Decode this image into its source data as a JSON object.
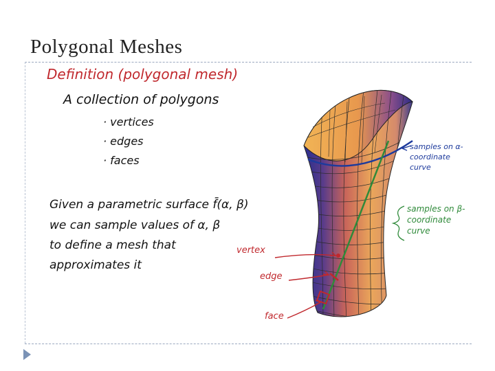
{
  "slide": {
    "title": "Polygonal Meshes"
  },
  "notes": {
    "definition_title": "Definition (polygonal mesh)",
    "definition_text": "A collection of polygons",
    "items": [
      "· vertices",
      "· edges",
      "· faces"
    ],
    "given_lines": [
      "Given a parametric surface f̄(α, β)",
      "we can sample values of α, β",
      "to define a mesh that",
      "approximates it"
    ]
  },
  "annotations": {
    "vertex": "vertex",
    "edge": "edge",
    "face": "face",
    "alpha_note": "samples on α-coordinate curve",
    "beta_note": "samples on β-coordinate curve"
  },
  "colors": {
    "handwriting_red": "#c0282d",
    "handwriting_black": "#111111",
    "curve_green": "#2f8a3a",
    "curve_blue": "#1d3a9c",
    "mesh_warm": "#e59a4d",
    "mesh_cool": "#2a2f8f"
  }
}
